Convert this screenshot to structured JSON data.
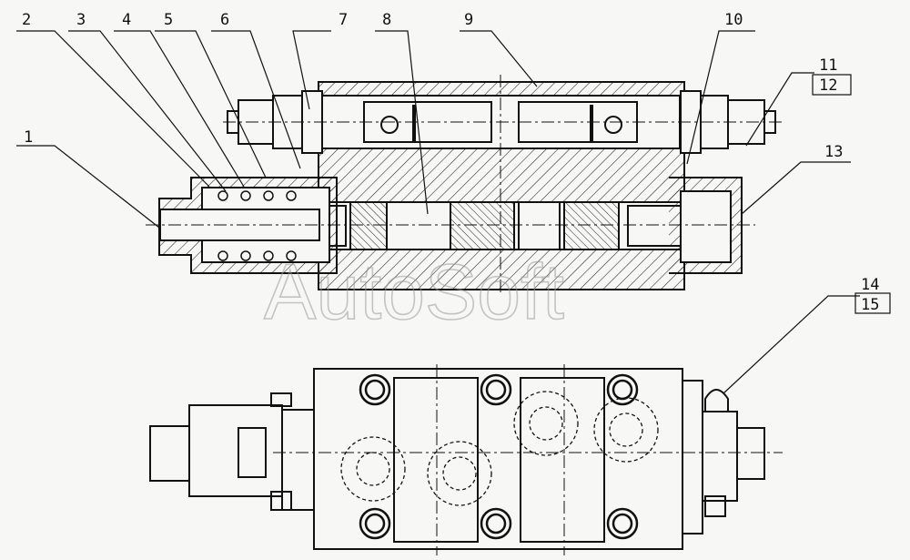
{
  "callouts": {
    "c1": "1",
    "c2": "2",
    "c3": "3",
    "c4": "4",
    "c5": "5",
    "c6": "6",
    "c7": "7",
    "c8": "8",
    "c9": "9",
    "c10": "10",
    "c11": "11",
    "c12": "12",
    "c13": "13",
    "c14": "14",
    "c15": "15"
  },
  "watermark": "AutoSoft",
  "colors": {
    "ink": "#111111",
    "paper": "#f7f7f5",
    "watermark": "#9a9a9a"
  }
}
